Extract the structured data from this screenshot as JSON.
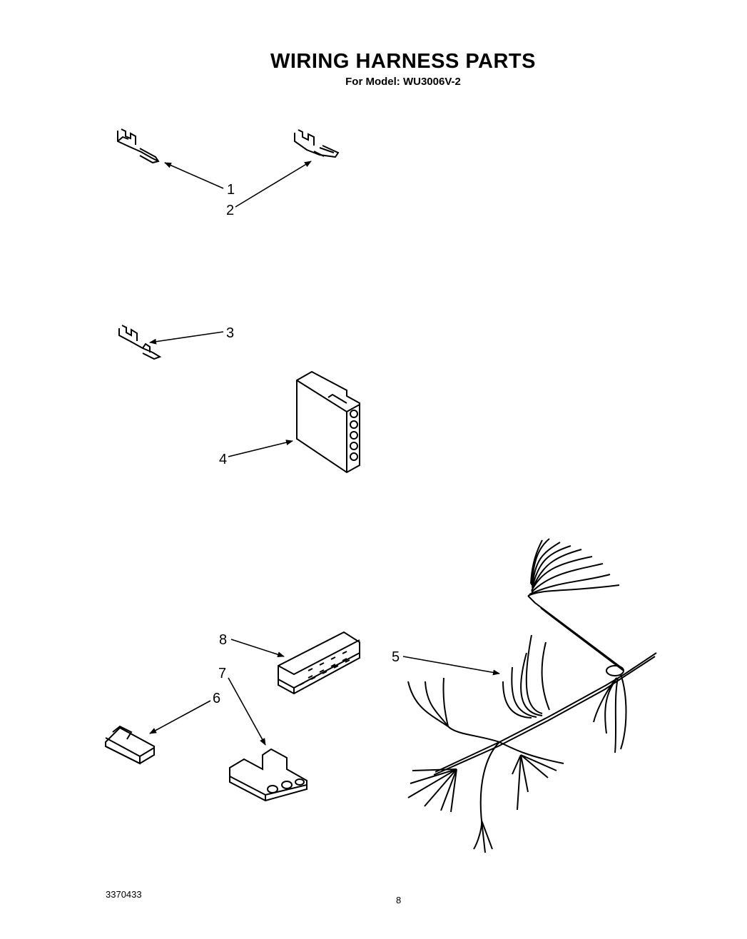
{
  "header": {
    "title": "WIRING HARNESS PARTS",
    "subtitle": "For Model: WU3006V-2"
  },
  "callouts": [
    "1",
    "2",
    "3",
    "4",
    "5",
    "6",
    "7",
    "8"
  ],
  "footer": {
    "part_number": "3370433",
    "page_number": "8"
  }
}
